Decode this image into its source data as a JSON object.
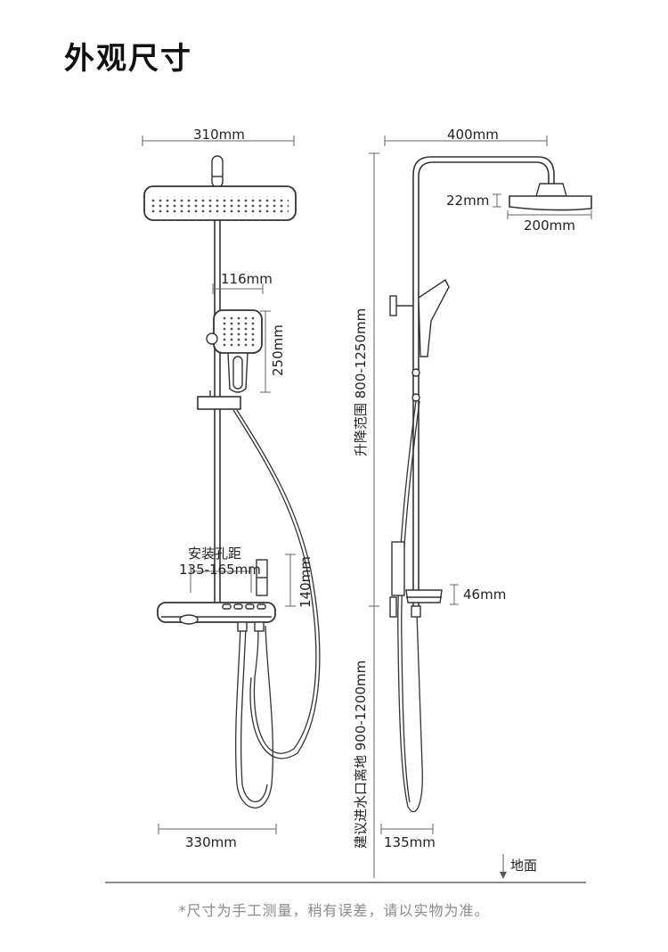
{
  "title": "外观尺寸",
  "front_view": {
    "top_width": "310mm",
    "handheld_width": "116mm",
    "handheld_height": "250mm",
    "mount_label": "安装孔距",
    "mount_range": "135-165mm",
    "tray_offset": "140mm",
    "bottom_width": "330mm"
  },
  "side_view": {
    "arm_length": "400mm",
    "head_thickness": "22mm",
    "head_diameter": "200mm",
    "lift_range": "升降范围 800-1250mm",
    "tray_height": "46mm",
    "inlet_height": "建议进水口离地 900-1200mm",
    "wall_offset": "135mm",
    "ground": "地面"
  },
  "footnote": "*尺寸为手工测量，稍有误差，请以实物为准。"
}
